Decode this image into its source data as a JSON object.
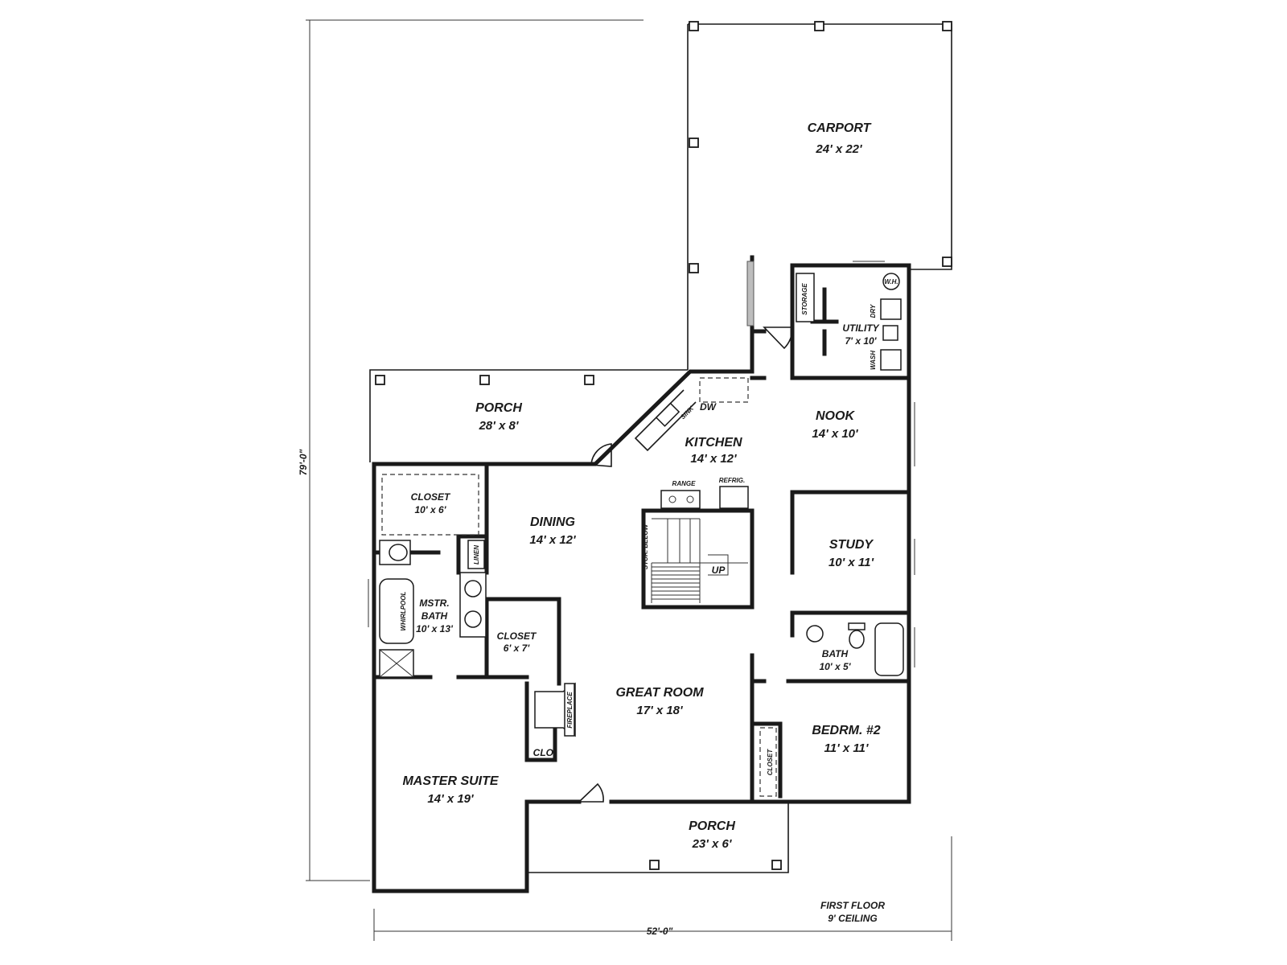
{
  "rooms": {
    "carport": {
      "name": "CARPORT",
      "size": "24' x 22'"
    },
    "utility": {
      "name": "UTILITY",
      "size": "7' x 10'"
    },
    "porch_back": {
      "name": "PORCH",
      "size": "28' x 8'"
    },
    "kitchen": {
      "name": "KITCHEN",
      "size": "14' x 12'"
    },
    "nook": {
      "name": "NOOK",
      "size": "14' x 10'"
    },
    "closet_master": {
      "name": "CLOSET",
      "size": "10' x 6'"
    },
    "dining": {
      "name": "DINING",
      "size": "14' x 12'"
    },
    "study": {
      "name": "STUDY",
      "size": "10' x 11'"
    },
    "master_bath": {
      "name_1": "MSTR.",
      "name_2": "BATH",
      "size": "10' x 13'"
    },
    "closet_small": {
      "name": "CLOSET",
      "size": "6' x 7'"
    },
    "bath": {
      "name": "BATH",
      "size": "10' x 5'"
    },
    "great_room": {
      "name": "GREAT ROOM",
      "size": "17' x 18'"
    },
    "bedroom2": {
      "name": "BEDRM. #2",
      "size": "11' x 11'"
    },
    "master_suite": {
      "name": "MASTER SUITE",
      "size": "14' x 19'"
    },
    "porch_front": {
      "name": "PORCH",
      "size": "23' x 6'"
    }
  },
  "fixtures": {
    "storage": "STORAGE",
    "dryer": "DRY",
    "washer": "WASH",
    "water_heater": "W.H.",
    "dishwasher": "DW",
    "sink": "SINK",
    "range": "RANGE",
    "refrigerator": "REFRIG.",
    "storage_below": "STOR. BELOW",
    "stair_up": "UP",
    "linen": "LINEN",
    "whirlpool": "WHIRLPOOL",
    "fireplace": "FIREPLACE",
    "clo": "CLO.",
    "closet_vertical": "CLOSET"
  },
  "dimensions": {
    "overall_depth": "79'-0\"",
    "overall_width": "52'-0\""
  },
  "notes": {
    "floor": "FIRST FLOOR",
    "ceiling": "9' CEILING"
  }
}
